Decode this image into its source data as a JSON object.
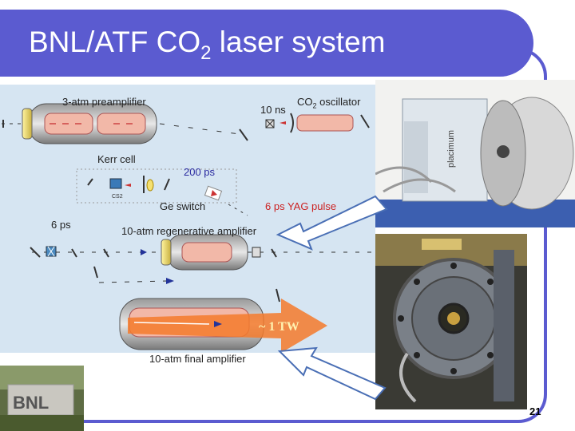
{
  "slide": {
    "title_main": "BNL/ATF CO",
    "title_sub": "2",
    "title_rest": " laser system",
    "page_number": "21"
  },
  "labels": {
    "preamplifier": "3-atm preamplifier",
    "pulse_10ns": "10 ns",
    "oscillator_main": "CO",
    "oscillator_sub": "2",
    "oscillator_rest": " oscillator",
    "kerr_cell": "Kerr cell",
    "pulse_200ps": "200 ps",
    "ge_switch": "Ge switch",
    "yag_pulse": "6 ps YAG pulse",
    "pulse_6ps": "6 ps",
    "regen_amp": "10-atm regenerative amplifier",
    "final_amp": "10-atm final amplifier",
    "output_power": "~ 1 TW",
    "kerr_cs2": "CS2",
    "photo_brand": "placimum",
    "logo_text": "BNL"
  },
  "colors": {
    "title_bar": "#5b5bd0",
    "diagram_bg": "#d6e5f2",
    "output_arrow": "#f47a2c",
    "tube_core": "#f2b8a8"
  }
}
